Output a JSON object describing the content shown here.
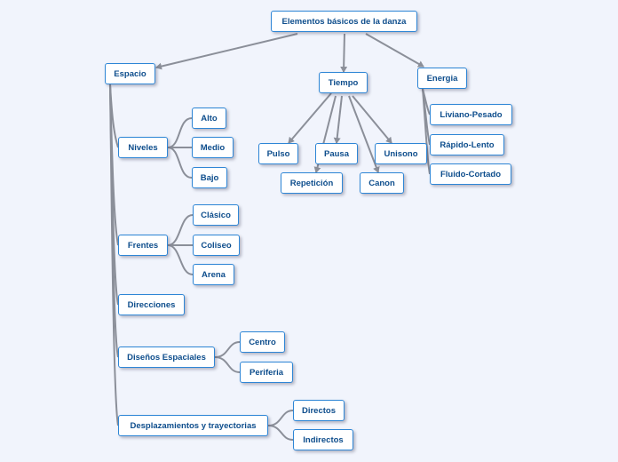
{
  "mindmap": {
    "root": "Elementos básicos de la danza",
    "branches": {
      "espacio": {
        "label": "Espacio",
        "niveles": {
          "label": "Niveles",
          "items": [
            "Alto",
            "Medio",
            "Bajo"
          ]
        },
        "frentes": {
          "label": "Frentes",
          "items": [
            "Clásico",
            "Coliseo",
            "Arena"
          ]
        },
        "direcciones": {
          "label": "Direcciones"
        },
        "disenos": {
          "label": "Diseños Espaciales",
          "items": [
            "Centro",
            "Periferia"
          ]
        },
        "desplazamientos": {
          "label": "Desplazamientos y trayectorias",
          "items": [
            "Directos",
            "Indirectos"
          ]
        }
      },
      "tiempo": {
        "label": "Tiempo",
        "items": [
          "Pulso",
          "Pausa",
          "Unisono",
          "Repetición",
          "Canon"
        ]
      },
      "energia": {
        "label": "Energia",
        "items": [
          "Liviano-Pesado",
          "Rápido-Lento",
          "Fluido-Cortado"
        ]
      }
    }
  },
  "colors": {
    "background": "#f1f4fc",
    "node_border": "#2e86d6",
    "node_text": "#0d4d8c",
    "connector": "#8b8f99"
  }
}
